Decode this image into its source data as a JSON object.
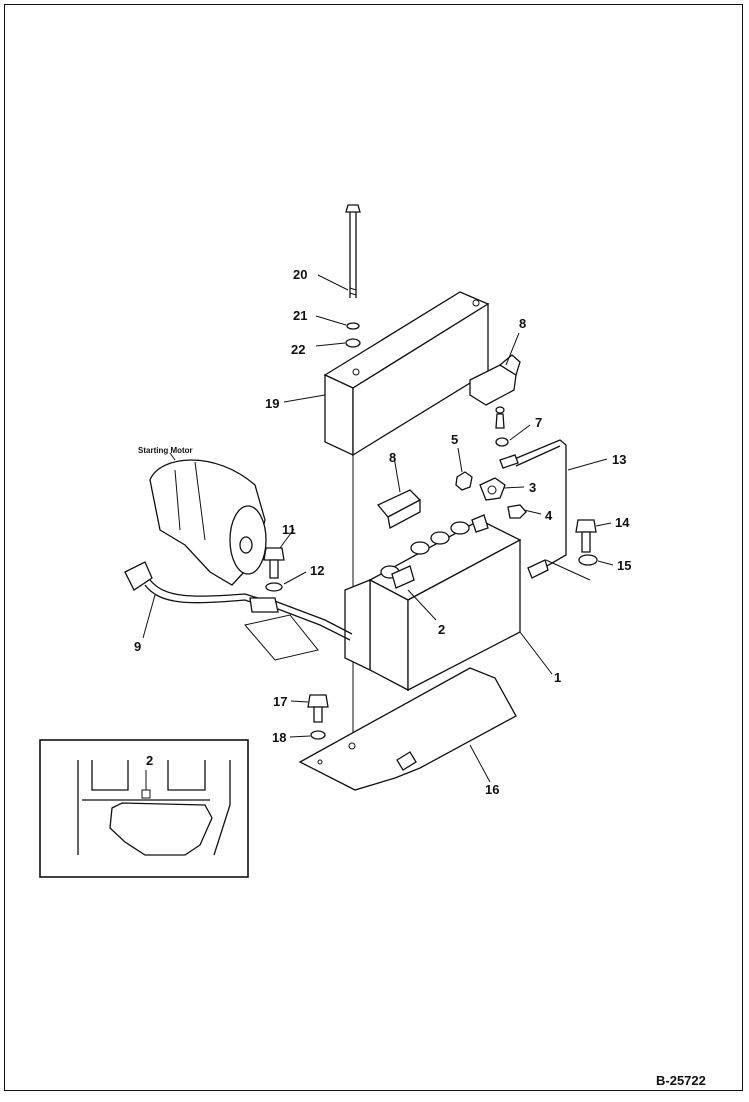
{
  "diagram": {
    "drawing_code": "B-25722",
    "starter_caption": "Starting Motor",
    "callouts": {
      "c1": "1",
      "c2": "2",
      "c3": "3",
      "c4": "4",
      "c5": "5",
      "c7": "7",
      "c8a": "8",
      "c8b": "8",
      "c9": "9",
      "c11": "11",
      "c12": "12",
      "c13": "13",
      "c14": "14",
      "c15": "15",
      "c16": "16",
      "c17": "17",
      "c18": "18",
      "c19": "19",
      "c20": "20",
      "c21": "21",
      "c22": "22",
      "c2inset": "2"
    }
  }
}
